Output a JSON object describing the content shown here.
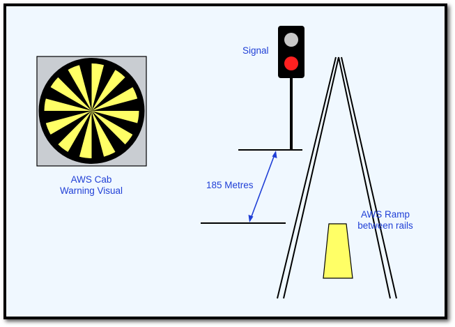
{
  "labels": {
    "cab_visual_line1": "AWS Cab",
    "cab_visual_line2": "Warning Visual",
    "signal": "Signal",
    "distance": "185 Metres",
    "ramp_line1": "AWS Ramp",
    "ramp_line2": "between rails"
  },
  "colors": {
    "background": "#f0f8ff",
    "text": "#1f3fd6",
    "sunflower_yellow": "#ffff66",
    "signal_red": "#ff2020",
    "signal_grey": "#c8c8c8",
    "ramp_yellow": "#ffff66",
    "arrow": "#1f3fd6"
  },
  "sunflower": {
    "segments": 24
  }
}
